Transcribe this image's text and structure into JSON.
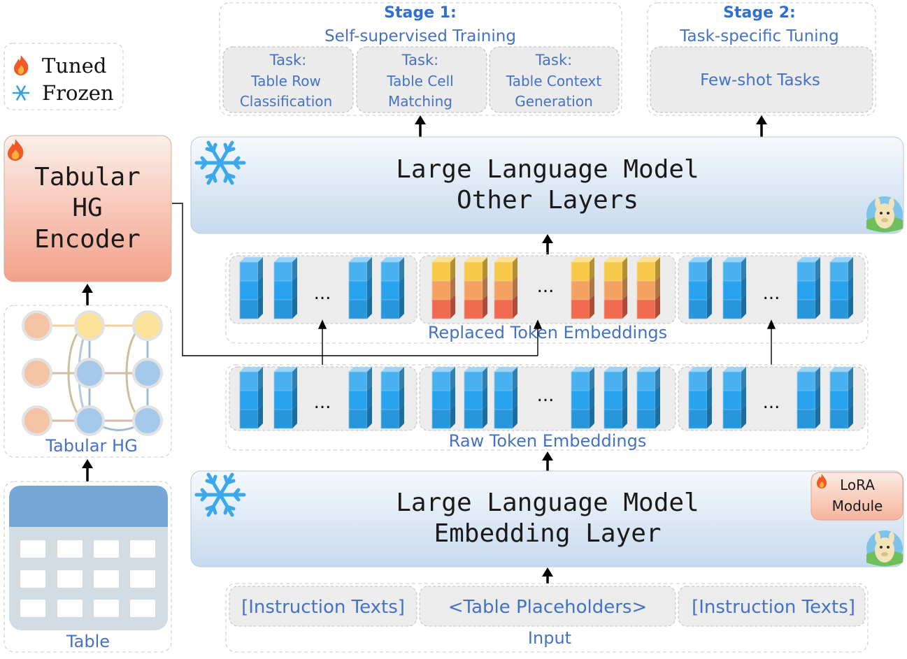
{
  "legend": {
    "tuned": "Tuned",
    "frozen": "Frozen"
  },
  "stage1": {
    "title": "Stage 1:",
    "subtitle": "Self-supervised Training",
    "tasks": [
      {
        "head": "Task:",
        "line1": "Table Row",
        "line2": "Classification"
      },
      {
        "head": "Task:",
        "line1": "Table Cell",
        "line2": "Matching"
      },
      {
        "head": "Task:",
        "line1": "Table Context",
        "line2": "Generation"
      }
    ]
  },
  "stage2": {
    "title": "Stage 2:",
    "subtitle": "Task-specific Tuning",
    "task": "Few-shot Tasks"
  },
  "llm_other": {
    "line1": "Large Language Model",
    "line2": "Other Layers"
  },
  "llm_embed": {
    "line1": "Large Language Model",
    "line2": "Embedding Layer"
  },
  "lora": {
    "line1": "LoRA",
    "line2": "Module"
  },
  "encoder": {
    "line1": "Tabular",
    "line2": "HG",
    "line3": "Encoder"
  },
  "replaced_label": "Replaced Token Embeddings",
  "raw_label": "Raw Token Embeddings",
  "ellipsis": "...",
  "tabular_hg_label": "Tabular HG",
  "table_label": "Table",
  "input": {
    "label": "Input",
    "left": "[Instruction Texts]",
    "middle": "<Table Placeholders>",
    "right": "[Instruction Texts]"
  },
  "colors": {
    "text_blue": "#4472c4",
    "stage_title": "#2e6fd1",
    "llm_fill_top": "#f4f8fc",
    "llm_fill_bottom": "#c9dcee",
    "encoder_top": "#fbeee6",
    "encoder_bottom": "#f4a38a",
    "token_blue": "#2aa3ee",
    "token_yellow": "#f7c948",
    "token_orange": "#f4a261",
    "token_red": "#ef6a4f",
    "node_orange": "#f4c3a4",
    "node_yellow": "#fbe49a",
    "node_blue": "#a6c8ea"
  }
}
